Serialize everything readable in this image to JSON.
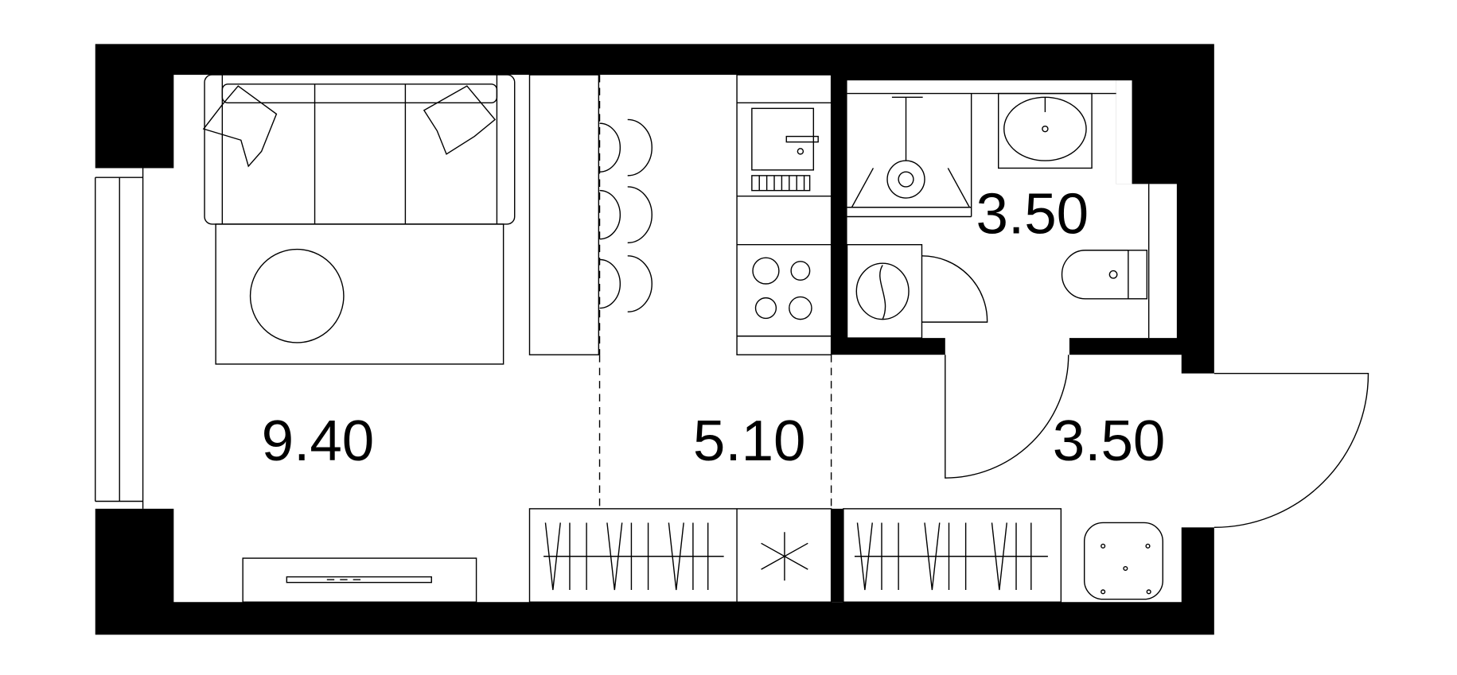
{
  "plan": {
    "colors": {
      "wall": "#000000",
      "floor": "#ffffff",
      "line": "#000000"
    },
    "rooms": [
      {
        "id": "living",
        "area": "9.40"
      },
      {
        "id": "kitchen",
        "area": "5.10"
      },
      {
        "id": "bathroom",
        "area": "3.50"
      },
      {
        "id": "hallway",
        "area": "3.50"
      }
    ]
  }
}
